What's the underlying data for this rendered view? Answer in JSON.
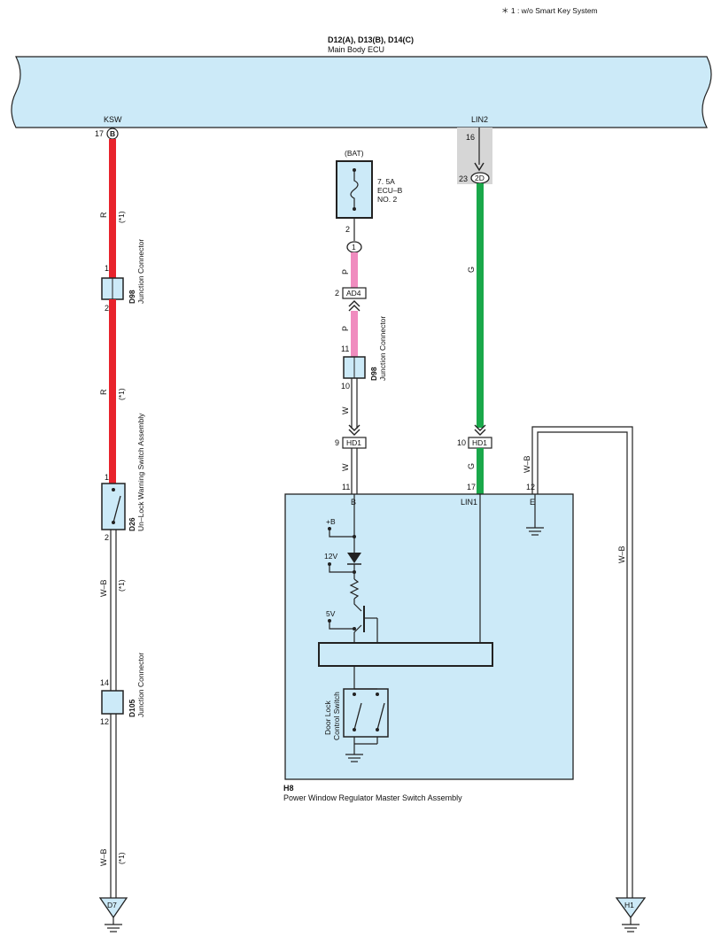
{
  "note": "＊ 1 : w/o Smart Key System",
  "ecu": {
    "ids": "D12(A), D13(B), D14(C)",
    "name": "Main Body ECU",
    "term_ksw": "KSW",
    "term_lin2": "LIN2"
  },
  "ksw": {
    "pin": "17",
    "connector": "B",
    "wire_top": "R",
    "mark_top": "(*1)",
    "wire_mid": "R",
    "mark_mid": "(*1)"
  },
  "j1": {
    "id": "D98",
    "name": "Junction Connector",
    "pin_top": "1",
    "pin_bot": "2"
  },
  "sw": {
    "id": "D26",
    "name": "Un–Lock Warning Switch Assembly",
    "pin_top": "1",
    "pin_bot": "2"
  },
  "wb_left": {
    "wire_a": "W–B",
    "mark_a": "(*1)",
    "wire_b": "W–B",
    "mark_b": "(*1)"
  },
  "j2": {
    "id": "D105",
    "name": "Junction Connector",
    "pin_top": "14",
    "pin_bot": "12"
  },
  "gnd_left": "D7",
  "fuse": {
    "source": "(BAT)",
    "rating": "7. 5A",
    "name_1": "ECU–B",
    "name_2": "NO. 2",
    "pin": "2",
    "conn": "1"
  },
  "bat_path": {
    "wire_p1": "P",
    "ad4_pin": "2",
    "ad4": "AD4",
    "wire_p2": "P",
    "j3_id": "D98",
    "j3_name": "Junction Connector",
    "j3_pin_top": "11",
    "j3_pin_bot": "10",
    "wire_w1": "W",
    "hd1_pin": "9",
    "hd1": "HD1",
    "wire_w2": "W",
    "pin_11": "11",
    "term_b": "B"
  },
  "lin_path": {
    "pin_16": "16",
    "pin_23": "23",
    "conn": "2D",
    "wire_g1": "G",
    "hd1_pin": "10",
    "hd1": "HD1",
    "wire_g2": "G",
    "pin_17": "17",
    "term_lin1": "LIN1"
  },
  "e_path": {
    "wire_wb1": "W–B",
    "pin_12": "12",
    "term_e": "E",
    "wire_wb2": "W–B"
  },
  "h8": {
    "id": "H8",
    "name": "Power Window Regulator Master Switch Assembly",
    "plus_b": "+B",
    "v12": "12V",
    "v5": "5V",
    "door_lock_1": "Door Lock",
    "door_lock_2": "Control Switch"
  },
  "gnd_right": "H1",
  "colors": {
    "red": "#e8232c",
    "green": "#1aa84a",
    "pink": "#f08cbf",
    "ecu_fill": "#cceaf8",
    "h8_fill": "#cceaf8"
  }
}
